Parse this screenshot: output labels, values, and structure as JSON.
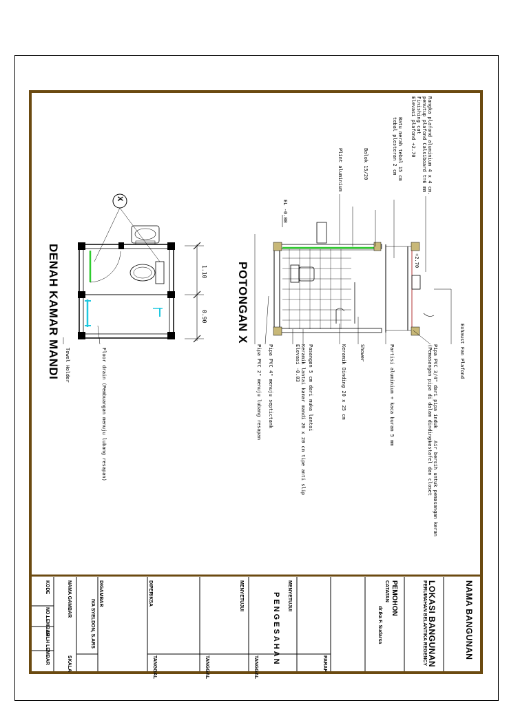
{
  "denah": {
    "title": "DENAH KAMAR MANDI",
    "section_marker": "X",
    "dim_1": "1.10",
    "dim_2": "0.90",
    "label_floor_drain": "Floor drain (Pembuangan menuju lubang resapan)",
    "label_towel": "Towel Holder"
  },
  "potongan": {
    "title": "POTONGAN X",
    "note_rangka": "Rangka plafond aluminium 4 x 4 cm.",
    "note_penutup": "penutup plafond Calsiboard t=6 mm",
    "note_finishing": "Finishing cat",
    "note_elevasi_plafond": "Elevasi plafond +2.70",
    "note_batu_bata": "Batu merah tebal 15 cm",
    "note_tebal_plesteran": "tebal plesteran 2 cm",
    "note_balok": "Balok 15/20",
    "note_plint": "Plint aluminium",
    "level_top": "+2.70",
    "level_floor": "EL -0.00",
    "note_exhaust": "Exhaust Fan Plafond",
    "note_pipa_pvc_34": "Pipa PVC 3/4\" dari pipa induk",
    "note_pemasangan_pipa": "(Pemasangan pipa di dalam dinding)",
    "note_air_bersih": "Air bersih untuk pemasangan keran",
    "note_air_bersih2": "wastafel dan closet",
    "note_partisi": "Partisi aluminium + kaca buram 5 mm",
    "note_shower": "Shower",
    "note_keramik_dinding": "Keramik Dinding 20 x 25 cm",
    "note_pasangan": "Pasangan 5 cm dari muka lantai",
    "note_keramik_lantai": "Keramik lantai kamar mandi 20 x 20 cm tipe anti slip",
    "note_elevasi_lantai": "Elevasi -0.03",
    "note_pipa_4": "Pipa PVC 4\" menuju septictank",
    "note_pipa_2": "Pipa PVC 2\" menuju lubang resapan"
  },
  "title_block": {
    "nama_bangunan": "NAMA BANGUNAN",
    "lokasi_bangunan": "LOKASI BANGUNAN",
    "lokasi_value": "PERUMAHAN BELANTIKA REGENCY",
    "pemohon": "PEMOHON",
    "catatan": "CATATAN",
    "pemohon_value": "dr.Ika F. Sudarsa",
    "paraf": "PARAF",
    "pengesahan": "PENGESAHAN",
    "menyetujui_1": "MENYETUJUI",
    "tanggal_1": "TANGGAL",
    "menyetujui_2": "MENYETUJUI",
    "tanggal_2": "TANGGAL",
    "diperiksa": "DIPERIKSA",
    "tanggal_3": "TANGGAL",
    "digambar": "DIGAMBAR",
    "digambar_value": "IVA SYELDON, S.ARS",
    "nama_gambar": "NAMA GAMBAR",
    "skala": "SKALA",
    "kode": "KODE",
    "no_lembar": "NO.LEMBAR",
    "jumlah_lembar": "JMLH LEMBAR"
  },
  "colors": {
    "frame": "#6b4a10",
    "green": "#2ecc2e",
    "cyan": "#1ec8e0",
    "pipe_red": "#b03030",
    "fill_tan": "#c8b878"
  }
}
